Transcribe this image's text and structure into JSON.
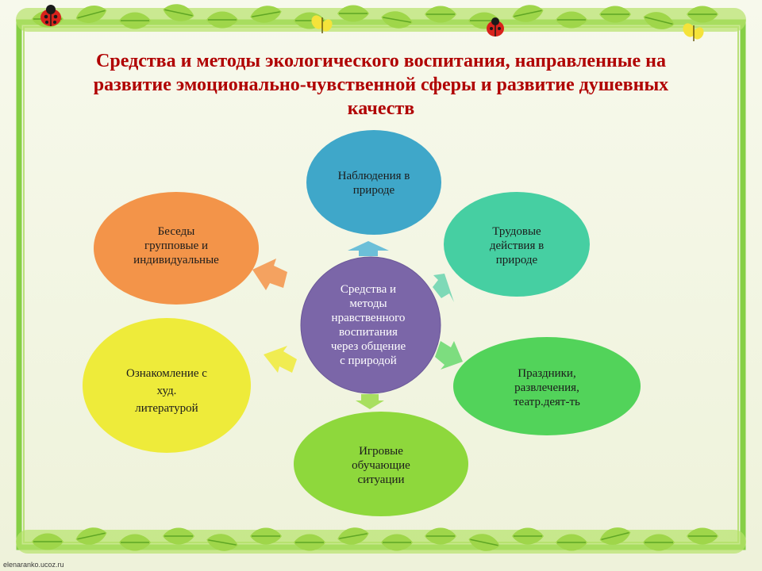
{
  "title": {
    "line1": "Средства и методы экологического воспитания, направленные на",
    "line2": "развитие эмоционально-чувственной сферы и развитие душевных",
    "line3": "качеств"
  },
  "center": {
    "lines": [
      "Средства и",
      "методы",
      "нравственного",
      "воспитания",
      "через общение",
      "с природой"
    ],
    "color": "#7b66a8"
  },
  "nodes": {
    "observations": {
      "lines": [
        "Наблюдения в",
        "природе"
      ],
      "color": "#3fa7c9"
    },
    "labor": {
      "lines": [
        "Трудовые",
        "действия в",
        "природе"
      ],
      "color": "#46cfa2"
    },
    "holidays": {
      "lines": [
        "Праздники,",
        "развлечения,",
        "театр.деят-ть"
      ],
      "color": "#52d35a"
    },
    "games": {
      "lines": [
        "Игровые",
        "обучающие",
        "ситуации"
      ],
      "color": "#8ed83c"
    },
    "literature": {
      "lines": [
        "Ознакомление с",
        "худ.",
        "литературой"
      ],
      "color": "#eeeb3a"
    },
    "talks": {
      "lines": [
        "Беседы",
        "групповые и",
        "индивидуальные"
      ],
      "color": "#f39449"
    }
  },
  "footer": {
    "watermark": "elenaranko.ucoz.ru"
  },
  "colors": {
    "frame": "#7bc93a",
    "title": "#b00000",
    "background": "#f3f6e4"
  }
}
